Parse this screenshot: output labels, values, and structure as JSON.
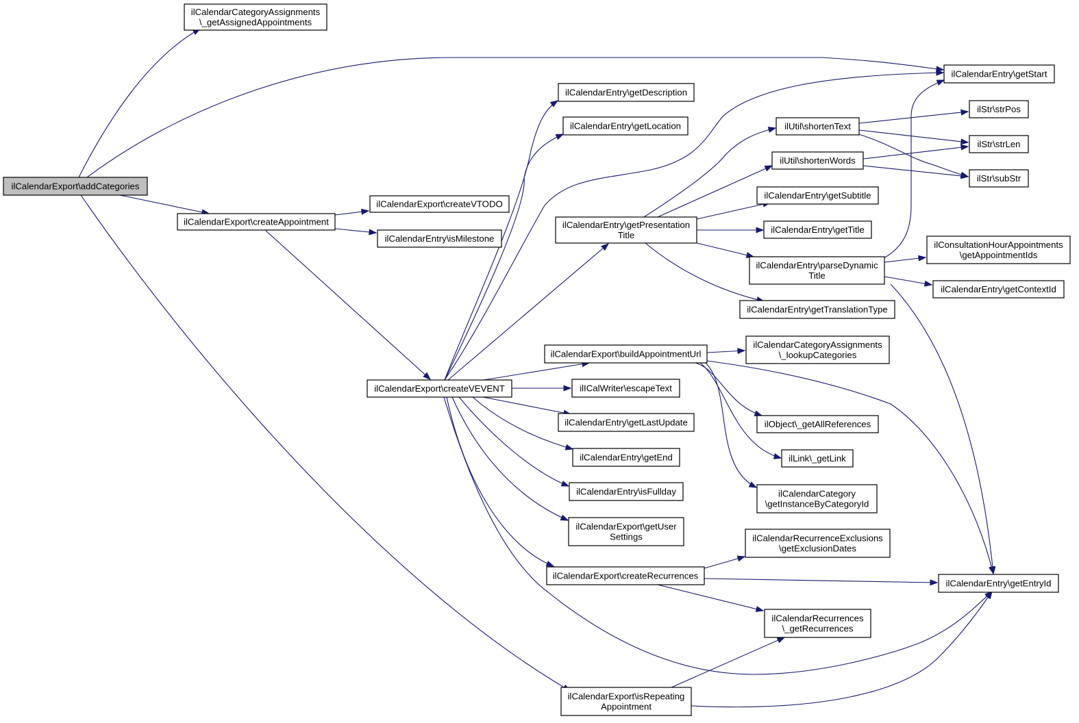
{
  "graph": {
    "nodes": [
      {
        "id": "addCategories",
        "lines": [
          "ilCalendarExport\\addCategories"
        ],
        "root": true
      },
      {
        "id": "getAssignedAppointments",
        "lines": [
          "ilCalendarCategoryAssignments",
          "\\_getAssignedAppointments"
        ]
      },
      {
        "id": "createAppointment",
        "lines": [
          "ilCalendarExport\\createAppointment"
        ]
      },
      {
        "id": "createVTODO",
        "lines": [
          "ilCalendarExport\\createVTODO"
        ]
      },
      {
        "id": "isMilestone",
        "lines": [
          "ilCalendarEntry\\isMilestone"
        ]
      },
      {
        "id": "createVEVENT",
        "lines": [
          "ilCalendarExport\\createVEVENT"
        ]
      },
      {
        "id": "getDescription",
        "lines": [
          "ilCalendarEntry\\getDescription"
        ]
      },
      {
        "id": "getLocation",
        "lines": [
          "ilCalendarEntry\\getLocation"
        ]
      },
      {
        "id": "getPresentationTitle",
        "lines": [
          "ilCalendarEntry\\getPresentation",
          "Title"
        ]
      },
      {
        "id": "buildAppointmentUrl",
        "lines": [
          "ilCalendarExport\\buildAppointmentUrl"
        ]
      },
      {
        "id": "escapeText",
        "lines": [
          "ilICalWriter\\escapeText"
        ]
      },
      {
        "id": "getLastUpdate",
        "lines": [
          "ilCalendarEntry\\getLastUpdate"
        ]
      },
      {
        "id": "getEnd",
        "lines": [
          "ilCalendarEntry\\getEnd"
        ]
      },
      {
        "id": "isFullday",
        "lines": [
          "ilCalendarEntry\\isFullday"
        ]
      },
      {
        "id": "getUserSettings",
        "lines": [
          "ilCalendarExport\\getUser",
          "Settings"
        ]
      },
      {
        "id": "createRecurrences",
        "lines": [
          "ilCalendarExport\\createRecurrences"
        ]
      },
      {
        "id": "isRepeatingAppointment",
        "lines": [
          "ilCalendarExport\\isRepeating",
          "Appointment"
        ]
      },
      {
        "id": "shortenText",
        "lines": [
          "ilUtil\\shortenText"
        ]
      },
      {
        "id": "shortenWords",
        "lines": [
          "ilUtil\\shortenWords"
        ]
      },
      {
        "id": "getSubtitle",
        "lines": [
          "ilCalendarEntry\\getSubtitle"
        ]
      },
      {
        "id": "getTitle",
        "lines": [
          "ilCalendarEntry\\getTitle"
        ]
      },
      {
        "id": "parseDynamicTitle",
        "lines": [
          "ilCalendarEntry\\parseDynamic",
          "Title"
        ]
      },
      {
        "id": "getTranslationType",
        "lines": [
          "ilCalendarEntry\\getTranslationType"
        ]
      },
      {
        "id": "lookupCategories",
        "lines": [
          "ilCalendarCategoryAssignments",
          "\\_lookupCategories"
        ]
      },
      {
        "id": "getAllReferences",
        "lines": [
          "ilObject\\_getAllReferences"
        ]
      },
      {
        "id": "getLink",
        "lines": [
          "ilLink\\_getLink"
        ]
      },
      {
        "id": "getInstanceByCategoryId",
        "lines": [
          "ilCalendarCategory",
          "\\getInstanceByCategoryId"
        ]
      },
      {
        "id": "getExclusionDates",
        "lines": [
          "ilCalendarRecurrenceExclusions",
          "\\getExclusionDates"
        ]
      },
      {
        "id": "getRecurrences",
        "lines": [
          "ilCalendarRecurrences",
          "\\_getRecurrences"
        ]
      },
      {
        "id": "getStart",
        "lines": [
          "ilCalendarEntry\\getStart"
        ]
      },
      {
        "id": "strPos",
        "lines": [
          "ilStr\\strPos"
        ]
      },
      {
        "id": "strLen",
        "lines": [
          "ilStr\\strLen"
        ]
      },
      {
        "id": "subStr",
        "lines": [
          "ilStr\\subStr"
        ]
      },
      {
        "id": "getAppointmentIds",
        "lines": [
          "ilConsultationHourAppointments",
          "\\getAppointmentIds"
        ]
      },
      {
        "id": "getContextId",
        "lines": [
          "ilCalendarEntry\\getContextId"
        ]
      },
      {
        "id": "getEntryId",
        "lines": [
          "ilCalendarEntry\\getEntryId"
        ]
      }
    ],
    "edges": [
      {
        "from": "addCategories",
        "to": "getAssignedAppointments"
      },
      {
        "from": "addCategories",
        "to": "getStart"
      },
      {
        "from": "addCategories",
        "to": "createAppointment"
      },
      {
        "from": "addCategories",
        "to": "isRepeatingAppointment"
      },
      {
        "from": "createAppointment",
        "to": "createVTODO"
      },
      {
        "from": "createAppointment",
        "to": "isMilestone"
      },
      {
        "from": "createAppointment",
        "to": "createVEVENT"
      },
      {
        "from": "createVEVENT",
        "to": "getDescription"
      },
      {
        "from": "createVEVENT",
        "to": "getLocation"
      },
      {
        "from": "createVEVENT",
        "to": "getStart"
      },
      {
        "from": "createVEVENT",
        "to": "getPresentationTitle"
      },
      {
        "from": "createVEVENT",
        "to": "buildAppointmentUrl"
      },
      {
        "from": "createVEVENT",
        "to": "escapeText"
      },
      {
        "from": "createVEVENT",
        "to": "getLastUpdate"
      },
      {
        "from": "createVEVENT",
        "to": "getEnd"
      },
      {
        "from": "createVEVENT",
        "to": "isFullday"
      },
      {
        "from": "createVEVENT",
        "to": "getUserSettings"
      },
      {
        "from": "createVEVENT",
        "to": "createRecurrences"
      },
      {
        "from": "createVEVENT",
        "to": "getEntryId"
      },
      {
        "from": "getPresentationTitle",
        "to": "shortenText"
      },
      {
        "from": "getPresentationTitle",
        "to": "shortenWords"
      },
      {
        "from": "getPresentationTitle",
        "to": "getSubtitle"
      },
      {
        "from": "getPresentationTitle",
        "to": "getTitle"
      },
      {
        "from": "getPresentationTitle",
        "to": "parseDynamicTitle"
      },
      {
        "from": "getPresentationTitle",
        "to": "getTranslationType"
      },
      {
        "from": "shortenText",
        "to": "strPos"
      },
      {
        "from": "shortenText",
        "to": "strLen"
      },
      {
        "from": "shortenText",
        "to": "subStr"
      },
      {
        "from": "shortenWords",
        "to": "strLen"
      },
      {
        "from": "shortenWords",
        "to": "subStr"
      },
      {
        "from": "parseDynamicTitle",
        "to": "getStart"
      },
      {
        "from": "parseDynamicTitle",
        "to": "getAppointmentIds"
      },
      {
        "from": "parseDynamicTitle",
        "to": "getContextId"
      },
      {
        "from": "parseDynamicTitle",
        "to": "getEntryId"
      },
      {
        "from": "buildAppointmentUrl",
        "to": "lookupCategories"
      },
      {
        "from": "buildAppointmentUrl",
        "to": "getAllReferences"
      },
      {
        "from": "buildAppointmentUrl",
        "to": "getLink"
      },
      {
        "from": "buildAppointmentUrl",
        "to": "getInstanceByCategoryId"
      },
      {
        "from": "buildAppointmentUrl",
        "to": "getEntryId"
      },
      {
        "from": "createRecurrences",
        "to": "getExclusionDates"
      },
      {
        "from": "createRecurrences",
        "to": "getEntryId"
      },
      {
        "from": "createRecurrences",
        "to": "getRecurrences"
      },
      {
        "from": "isRepeatingAppointment",
        "to": "getRecurrences"
      },
      {
        "from": "isRepeatingAppointment",
        "to": "getEntryId"
      }
    ]
  }
}
